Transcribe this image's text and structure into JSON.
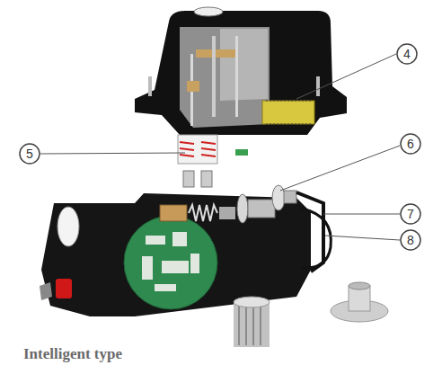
{
  "diagram": {
    "caption": "Intelligent type",
    "nodes": [
      {
        "text": [
          "4"
        ]
      },
      {
        "text": [
          "5"
        ]
      },
      {
        "text": [
          "6"
        ]
      },
      {
        "text": [
          "7"
        ]
      },
      {
        "text": [
          "8"
        ]
      }
    ]
  }
}
